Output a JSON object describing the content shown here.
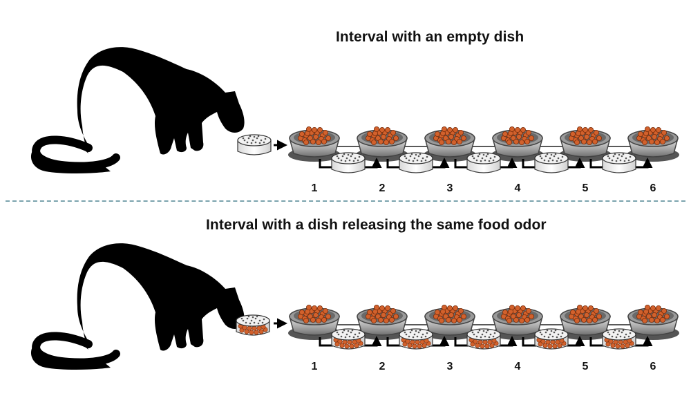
{
  "panels": [
    {
      "title": "Interval with an empty dish",
      "interval_dish": "empty",
      "bowl_numbers": [
        "1",
        "2",
        "3",
        "4",
        "5",
        "6"
      ]
    },
    {
      "title": "Interval with a dish releasing the same food odor",
      "interval_dish": "food",
      "bowl_numbers": [
        "1",
        "2",
        "3",
        "4",
        "5",
        "6"
      ]
    }
  ],
  "colors": {
    "cat": "#000000",
    "kibble": "#d2612c",
    "bowl": "#8c8c8c",
    "divider": "#7aa3ad"
  },
  "icons": [
    "cat-silhouette-icon",
    "food-bowl-icon",
    "odor-dish-icon",
    "arrow-icon"
  ]
}
